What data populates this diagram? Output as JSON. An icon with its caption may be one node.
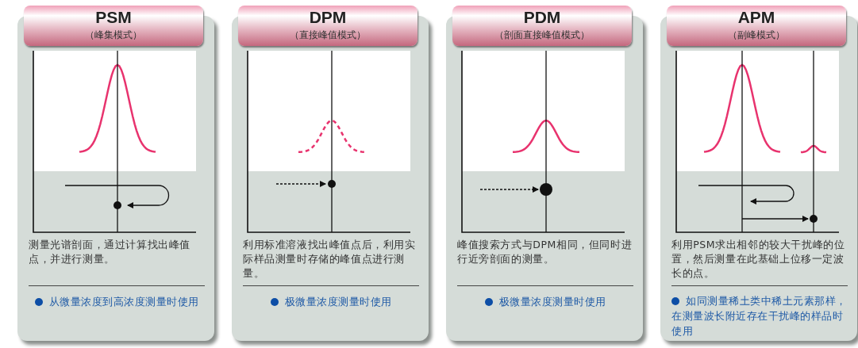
{
  "diagram": {
    "nodes": [
      {
        "text": [
          "PSM",
          "（峰集模式）",
          "测量光谱剖面，通过计算找出峰值点，并进行测量。",
          "从微量浓度到高浓度测量时使用"
        ]
      },
      {
        "text": [
          "DPM",
          "（直接峰值模式）",
          "利用标准溶液找出峰值点后，利用实际样品测量时存储的峰值点进行测量。",
          "极微量浓度测量时使用"
        ]
      },
      {
        "text": [
          "PDM",
          "（剖面直接峰值模式）",
          "峰值搜索方式与DPM相同，但同时进行近旁剖面的测量。",
          "极微量浓度测量时使用"
        ]
      },
      {
        "text": [
          "APM",
          "（副峰模式）",
          "利用PSM求出相邻的较大干扰峰的位置，然后测量在此基础上位移一定波长的点。",
          "如同测量稀土类中稀土元素那样，在测量波长附近存在干扰峰的样品时使用"
        ]
      }
    ]
  }
}
